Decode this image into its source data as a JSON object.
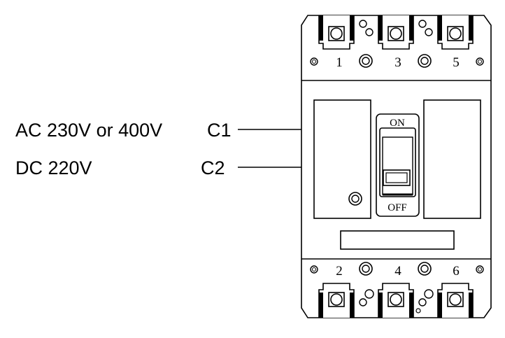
{
  "supply": {
    "ac_label": "AC 230V or 400V",
    "dc_label": "DC 220V",
    "c1_label": "C1",
    "c2_label": "C2"
  },
  "breaker": {
    "top_terminals": [
      "1",
      "3",
      "5"
    ],
    "bottom_terminals": [
      "2",
      "4",
      "6"
    ],
    "switch_on_label": "ON",
    "switch_off_label": "OFF"
  },
  "colors": {
    "line": "#000000",
    "fill": "#ffffff"
  }
}
